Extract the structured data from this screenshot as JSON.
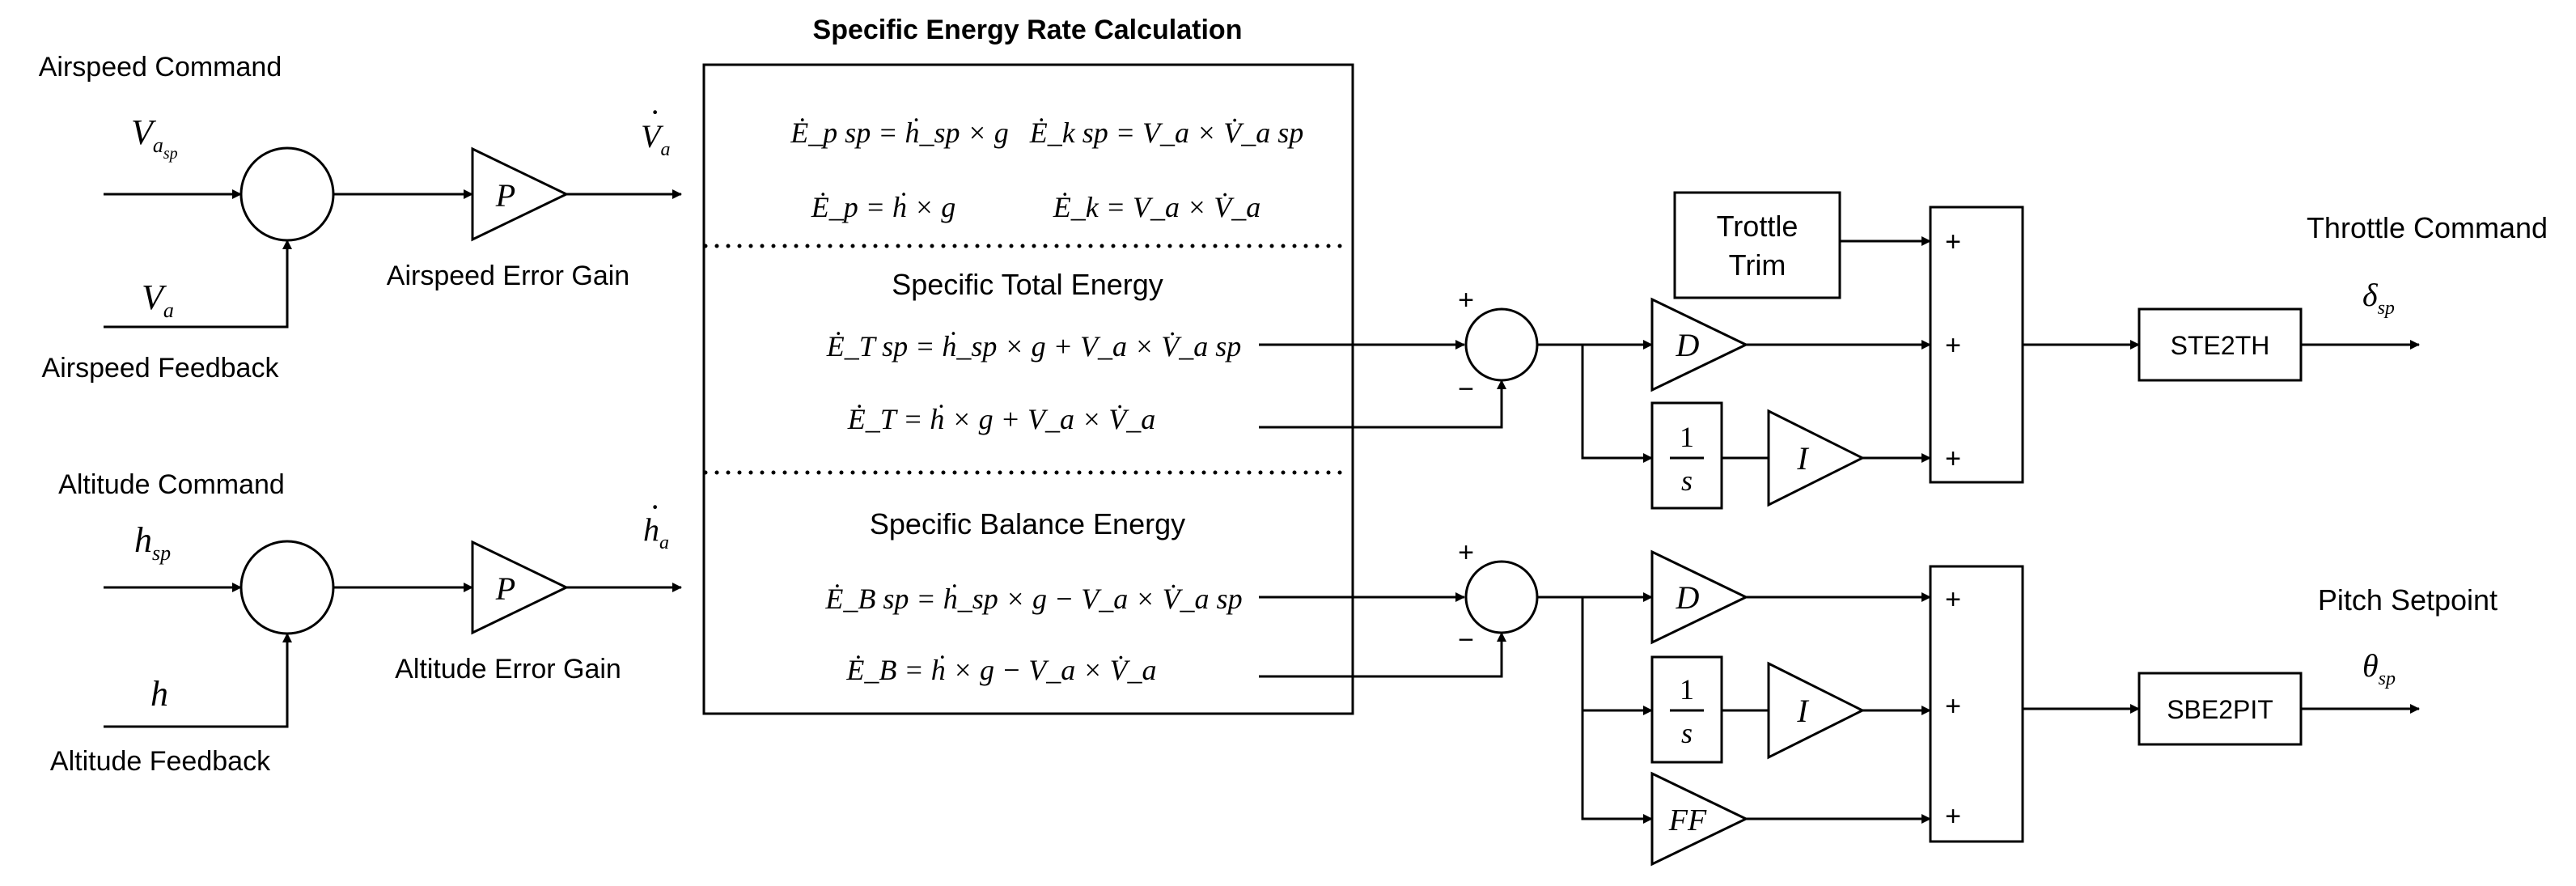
{
  "title": "Specific Energy Rate Calculation",
  "inputs": {
    "airspeed_command": "Airspeed Command",
    "airspeed_feedback": "Airspeed Feedback",
    "altitude_command": "Altitude Command",
    "altitude_feedback": "Altitude Feedback",
    "airspeed_error_gain": "Airspeed Error Gain",
    "altitude_error_gain": "Altitude Error Gain"
  },
  "symbols": {
    "va_sp_main": "V",
    "va_sp_sub": "a",
    "va_sp_subsub": "sp",
    "va_main": "V",
    "va_sub": "a",
    "h_sp_main": "h",
    "h_sp_sub": "sp",
    "h": "h",
    "gain_p": "P",
    "va_dot_main": "V",
    "va_dot_sub": "a",
    "ha_dot_main": "h",
    "ha_dot_sub": "a"
  },
  "energy_box": {
    "eq_ep_sp": "Ė_p sp = ḣ_sp × g",
    "eq_ek_sp": "Ė_k sp = V_a × V̇_a sp",
    "eq_ep": "Ė_p = ḣ × g",
    "eq_ek": "Ė_k = V_a × V̇_a",
    "total_heading": "Specific Total Energy",
    "eq_et_sp": "Ė_T sp = ḣ_sp × g + V_a × V̇_a sp",
    "eq_et": "Ė_T = ḣ × g + V_a × V̇_a",
    "balance_heading": "Specific Balance Energy",
    "eq_eb_sp": "Ė_B sp = ḣ_sp × g − V_a × V̇_a sp",
    "eq_eb": "Ė_B = ḣ × g − V_a × V̇_a"
  },
  "controller": {
    "plus": "+",
    "minus": "−",
    "d_gain": "D",
    "i_gain": "I",
    "ff_gain": "FF",
    "integrator_num": "1",
    "integrator_den": "s",
    "trim_line1": "Trottle",
    "trim_line2": "Trim",
    "ste2th": "STE2TH",
    "sbe2pit": "SBE2PIT"
  },
  "outputs": {
    "throttle_command": "Throttle Command",
    "throttle_sym_main": "δ",
    "throttle_sym_sub": "sp",
    "pitch_setpoint": "Pitch Setpoint",
    "pitch_sym_main": "θ",
    "pitch_sym_sub": "sp"
  }
}
